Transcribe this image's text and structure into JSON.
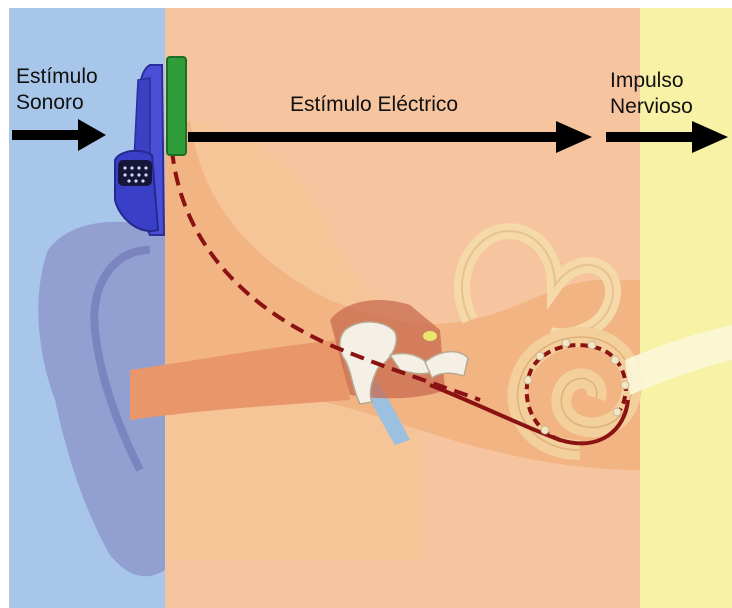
{
  "labels": {
    "stimulus_sound": [
      "Estímulo",
      "Sonoro"
    ],
    "stimulus_electric": "Estímulo Eléctrico",
    "nerve_impulse": [
      "Impulso",
      "Nervioso"
    ]
  },
  "colors": {
    "outer_zone": "#a8c6ea",
    "middle_zone": "#f6c5a0",
    "inner_zone": "#f8f2a6",
    "device": "#4a4fd6",
    "electrode": "#2f9e3a",
    "electrode_lead": "#8b1212",
    "arrow": "#000000"
  }
}
